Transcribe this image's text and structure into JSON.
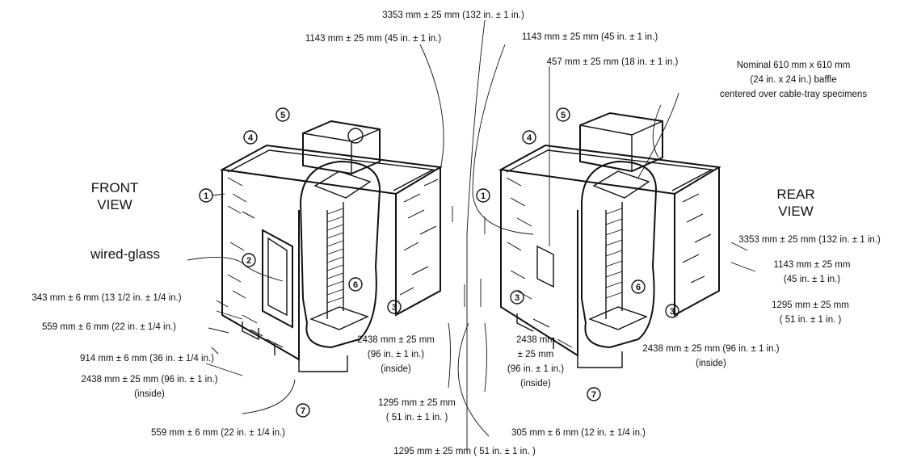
{
  "labels": {
    "front_view": [
      "FRONT",
      "VIEW"
    ],
    "rear_view": [
      "REAR",
      "VIEW"
    ],
    "wired_glass": "wired-glass",
    "baffle": [
      "Nominal 610 mm x 610 mm",
      "(24 in. x 24 in.) baffle",
      "centered over cable-tray specimens"
    ]
  },
  "dimensions": {
    "top_3353": "3353 mm ± 25 mm (132 in. ± 1 in.)",
    "left_1143": "1143 mm ± 25 mm (45 in. ± 1 in.)",
    "mid_1143": "1143 mm ± 25 mm (45 in. ± 1 in.)",
    "d_457": "457 mm ± 25 mm (18 in. ± 1 in.)",
    "right_3353": "3353 mm ± 25 mm (132 in. ± 1 in.)",
    "right_1143": [
      "1143 mm ± 25 mm",
      "(45 in. ± 1 in.)"
    ],
    "right_1295": [
      "1295 mm ± 25 mm",
      "( 51 in. ± 1 in. )"
    ],
    "d_343": "343 mm ± 6 mm (13 1/2 in. ± 1/4 in.)",
    "d_559a": "559 mm ± 6 mm (22 in. ± 1/4 in.)",
    "d_914": "914 mm ± 6 mm (36 in. ± 1/4 in.)",
    "d_2438_left": [
      "2438 mm ± 25 mm (96 in. ± 1 in.)",
      "(inside)"
    ],
    "d_559b": "559 mm ± 6 mm (22 in. ± 1/4 in.)",
    "d_2438_center": [
      "2438 mm ± 25 mm",
      "(96 in. ± 1 in.)",
      "(inside)"
    ],
    "d_2438_rear": [
      "2438 mm",
      "± 25 mm",
      "(96 in. ± 1 in.)",
      "(inside)"
    ],
    "d_2438_right": [
      "2438 mm ± 25 mm (96 in. ± 1 in.)",
      "(inside)"
    ],
    "d_1295_center": [
      "1295 mm ± 25 mm",
      "( 51 in. ± 1 in. )"
    ],
    "d_305": "305 mm ± 6 mm (12 in. ± 1/4 in.)",
    "bottom_1295": "1295 mm ± 25 mm ( 51 in. ± 1 in. )"
  },
  "callouts": [
    "1",
    "2",
    "3",
    "4",
    "5",
    "6",
    "7"
  ]
}
